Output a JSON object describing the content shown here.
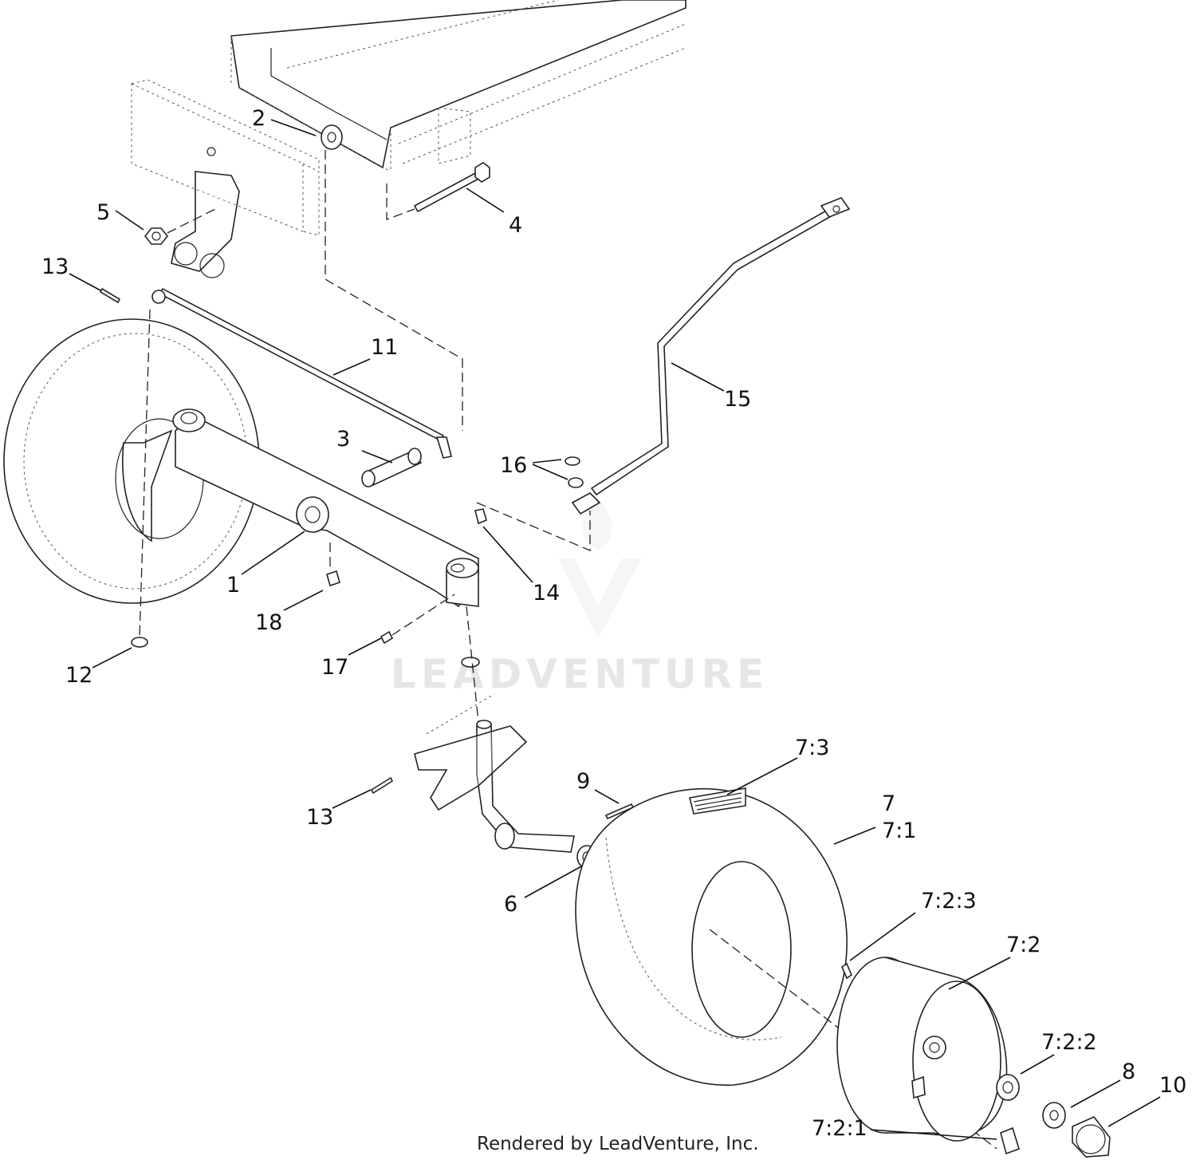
{
  "labels": {
    "l1": "1",
    "l2": "2",
    "l3": "3",
    "l4": "4",
    "l5": "5",
    "l6": "6",
    "l7": "7",
    "l7_1": "7:1",
    "l7_2": "7:2",
    "l7_2_1": "7:2:1",
    "l7_2_2": "7:2:2",
    "l7_2_3": "7:2:3",
    "l7_3": "7:3",
    "l8": "8",
    "l9": "9",
    "l10": "10",
    "l11": "11",
    "l12": "12",
    "l13a": "13",
    "l13b": "13",
    "l14": "14",
    "l15": "15",
    "l16": "16",
    "l17": "17",
    "l18": "18"
  },
  "watermark": "LEADVENTURE",
  "footer": "Rendered by LeadVenture, Inc."
}
